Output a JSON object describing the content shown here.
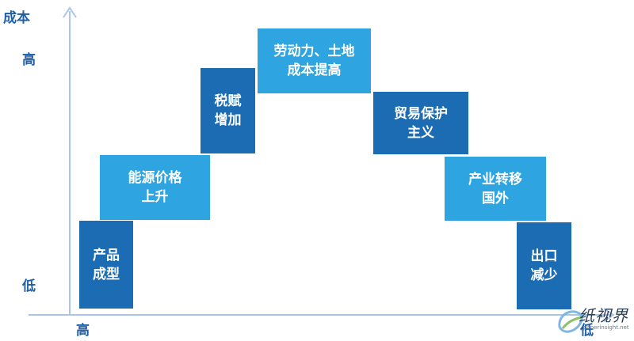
{
  "axes": {
    "y_title": "成本",
    "y_high": "高",
    "y_low": "低",
    "x_start": "高",
    "x_end": "低"
  },
  "boxes": [
    {
      "line1": "产品",
      "line2": "成型"
    },
    {
      "line1": "能源价格",
      "line2": "上升"
    },
    {
      "line1": "税赋",
      "line2": "增加"
    },
    {
      "line1": "劳动力、土地",
      "line2": "成本提高"
    },
    {
      "line1": "贸易保护",
      "line2": "主义"
    },
    {
      "line1": "产业转移",
      "line2": "国外"
    },
    {
      "line1": "出口",
      "line2": "减少"
    }
  ],
  "watermark": {
    "text": "纸视界",
    "url": "paperinsight.net"
  },
  "colors": {
    "dark_blue": "#1b6cb3",
    "light_blue": "#2ea4e0",
    "axis": "#a9c6e8",
    "label": "#1f5fa8"
  }
}
